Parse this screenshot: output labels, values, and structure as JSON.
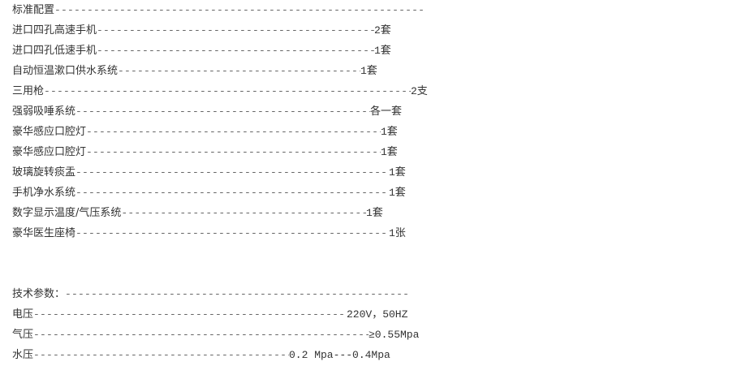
{
  "standard": {
    "heading": "标准配置",
    "items": [
      {
        "label": "进口四孔高速手机",
        "value": "2套"
      },
      {
        "label": "进口四孔低速手机",
        "value": "1套"
      },
      {
        "label": "自动恒温漱口供水系统",
        "value": "1套"
      },
      {
        "label": "三用枪",
        "value": "2支"
      },
      {
        "label": "强弱吸唾系统",
        "value": "各一套"
      },
      {
        "label": "豪华感应口腔灯",
        "value": "1套"
      },
      {
        "label": "豪华感应口腔灯",
        "value": "1套"
      },
      {
        "label": "玻璃旋转痰盂",
        "value": "1套"
      },
      {
        "label": "手机净水系统",
        "value": "1套"
      },
      {
        "label": "数字显示温度/气压系统",
        "value": "1套"
      },
      {
        "label": "豪华医生座椅",
        "value": "1张"
      }
    ]
  },
  "technical": {
    "heading": "技术参数：",
    "items": [
      {
        "label": "电压",
        "value": "220V，50HZ"
      },
      {
        "label": "气压",
        "value": "≥0.55Mpa"
      },
      {
        "label": "水压",
        "value": "0.2 Mpa---0.4Mpa"
      }
    ]
  }
}
